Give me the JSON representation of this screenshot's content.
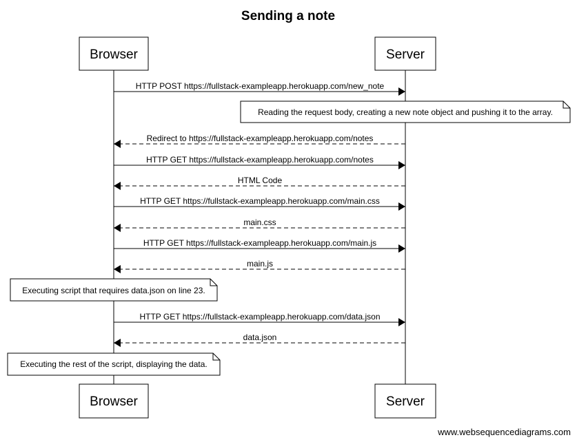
{
  "diagram": {
    "title": "Sending a note",
    "participants": [
      {
        "id": "browser",
        "label": "Browser"
      },
      {
        "id": "server",
        "label": "Server"
      }
    ],
    "steps": [
      {
        "kind": "message",
        "from": "browser",
        "to": "server",
        "style": "solid",
        "label": "HTTP POST https://fullstack-exampleapp.herokuapp.com/new_note"
      },
      {
        "kind": "note",
        "over": "server",
        "text": "Reading the request body, creating a new note object and pushing it to the array."
      },
      {
        "kind": "message",
        "from": "server",
        "to": "browser",
        "style": "dashed",
        "label": "Redirect to https://fullstack-exampleapp.herokuapp.com/notes"
      },
      {
        "kind": "message",
        "from": "browser",
        "to": "server",
        "style": "solid",
        "label": "HTTP GET https://fullstack-exampleapp.herokuapp.com/notes"
      },
      {
        "kind": "message",
        "from": "server",
        "to": "browser",
        "style": "dashed",
        "label": "HTML Code"
      },
      {
        "kind": "message",
        "from": "browser",
        "to": "server",
        "style": "solid",
        "label": "HTTP GET https://fullstack-exampleapp.herokuapp.com/main.css"
      },
      {
        "kind": "message",
        "from": "server",
        "to": "browser",
        "style": "dashed",
        "label": "main.css"
      },
      {
        "kind": "message",
        "from": "browser",
        "to": "server",
        "style": "solid",
        "label": "HTTP GET https://fullstack-exampleapp.herokuapp.com/main.js"
      },
      {
        "kind": "message",
        "from": "server",
        "to": "browser",
        "style": "dashed",
        "label": "main.js"
      },
      {
        "kind": "note",
        "over": "browser",
        "text": "Executing script that requires data.json on line 23."
      },
      {
        "kind": "message",
        "from": "browser",
        "to": "server",
        "style": "solid",
        "label": "HTTP GET https://fullstack-exampleapp.herokuapp.com/data.json"
      },
      {
        "kind": "message",
        "from": "server",
        "to": "browser",
        "style": "dashed",
        "label": "data.json"
      },
      {
        "kind": "note",
        "over": "browser",
        "text": "Executing the rest of the script, displaying the data."
      }
    ]
  },
  "footer": {
    "credit": "www.websequencediagrams.com"
  }
}
